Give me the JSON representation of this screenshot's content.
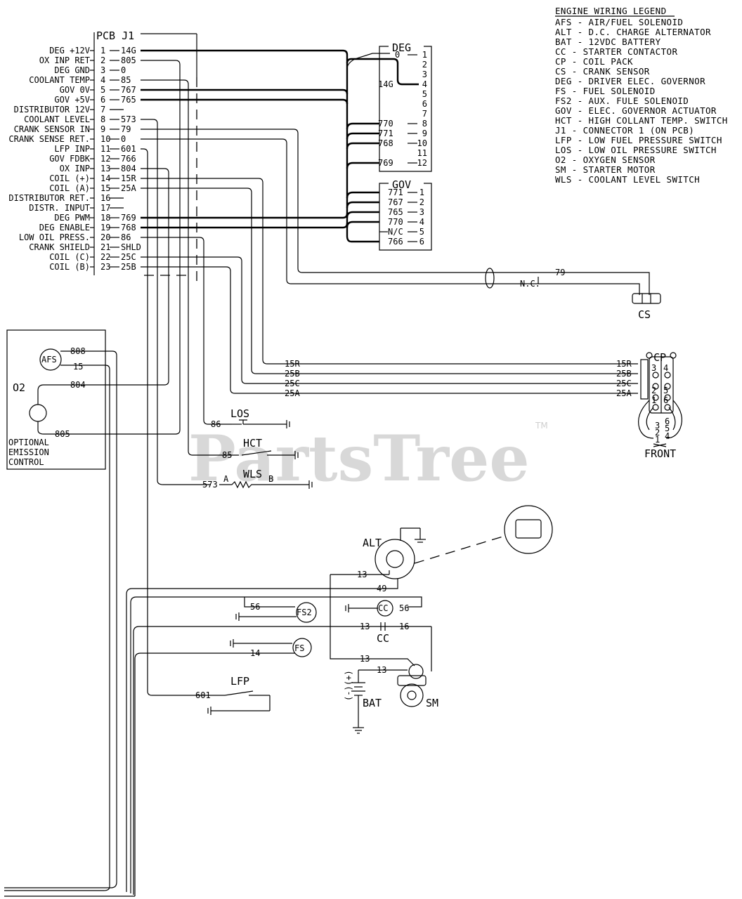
{
  "legend": {
    "title": "ENGINE WIRING LEGEND",
    "items": [
      "AFS - AIR/FUEL SOLENOID",
      "ALT - D.C. CHARGE ALTERNATOR",
      "BAT - 12VDC BATTERY",
      "CC - STARTER CONTACTOR",
      "CP - COIL PACK",
      "CS - CRANK SENSOR",
      "DEG - DRIVER ELEC. GOVERNOR",
      "FS - FUEL SOLENOID",
      "FS2 - AUX. FULE SOLENOID",
      "GOV - ELEC. GOVERNOR ACTUATOR",
      "HCT - HIGH COLLANT TEMP. SWITCH",
      "J1 - CONNECTOR 1 (ON PCB)",
      "LFP - LOW FUEL PRESSURE SWITCH",
      "LOS - LOW OIL PRESSURE SWITCH",
      "O2 - OXYGEN SENSOR",
      "SM - STARTER MOTOR",
      "WLS - COOLANT LEVEL SWITCH"
    ]
  },
  "pcb": {
    "title": "PCB J1",
    "pins": [
      {
        "label": "DEG +12V",
        "pin": "1",
        "wire": "14G"
      },
      {
        "label": "OX INP RET",
        "pin": "2",
        "wire": "805"
      },
      {
        "label": "DEG GND",
        "pin": "3",
        "wire": "0"
      },
      {
        "label": "COOLANT TEMP",
        "pin": "4",
        "wire": "85"
      },
      {
        "label": "GOV 0V",
        "pin": "5",
        "wire": "767"
      },
      {
        "label": "GOV +5V",
        "pin": "6",
        "wire": "765"
      },
      {
        "label": "DISTRIBUTOR 12V",
        "pin": "7",
        "wire": ""
      },
      {
        "label": "COOLANT LEVEL",
        "pin": "8",
        "wire": "573"
      },
      {
        "label": "CRANK SENSOR IN",
        "pin": "9",
        "wire": "79"
      },
      {
        "label": "CRANK SENSE RET.",
        "pin": "10",
        "wire": "0"
      },
      {
        "label": "LFP INP",
        "pin": "11",
        "wire": "601"
      },
      {
        "label": "GOV FDBK",
        "pin": "12",
        "wire": "766"
      },
      {
        "label": "OX INP",
        "pin": "13",
        "wire": "804"
      },
      {
        "label": "COIL (+)",
        "pin": "14",
        "wire": "15R"
      },
      {
        "label": "COIL (A)",
        "pin": "15",
        "wire": "25A"
      },
      {
        "label": "DISTRIBUTOR RET.",
        "pin": "16",
        "wire": ""
      },
      {
        "label": "DISTR. INPUT",
        "pin": "17",
        "wire": ""
      },
      {
        "label": "DEG PWM",
        "pin": "18",
        "wire": "769"
      },
      {
        "label": "DEG ENABLE",
        "pin": "19",
        "wire": "768"
      },
      {
        "label": "LOW OIL PRESS.",
        "pin": "20",
        "wire": "86"
      },
      {
        "label": "CRANK SHIELD",
        "pin": "21",
        "wire": "SHLD"
      },
      {
        "label": "COIL (C)",
        "pin": "22",
        "wire": "25C"
      },
      {
        "label": "COIL (B)",
        "pin": "23",
        "wire": "25B"
      }
    ]
  },
  "deg": {
    "title": "DEG",
    "pins": [
      {
        "pin": "1",
        "wire": "0"
      },
      {
        "pin": "2",
        "wire": ""
      },
      {
        "pin": "3",
        "wire": ""
      },
      {
        "pin": "4",
        "wire": "14G"
      },
      {
        "pin": "5",
        "wire": ""
      },
      {
        "pin": "6",
        "wire": ""
      },
      {
        "pin": "7",
        "wire": ""
      },
      {
        "pin": "8",
        "wire": "770"
      },
      {
        "pin": "9",
        "wire": "771"
      },
      {
        "pin": "10",
        "wire": "768"
      },
      {
        "pin": "11",
        "wire": ""
      },
      {
        "pin": "12",
        "wire": "769"
      }
    ]
  },
  "gov": {
    "title": "GOV",
    "pins": [
      {
        "pin": "1",
        "wire": "771"
      },
      {
        "pin": "2",
        "wire": "767"
      },
      {
        "pin": "3",
        "wire": "765"
      },
      {
        "pin": "4",
        "wire": "770"
      },
      {
        "pin": "5",
        "wire": "N/C"
      },
      {
        "pin": "6",
        "wire": "766"
      }
    ]
  },
  "crank_sensor": {
    "label": "CS",
    "wire_signal": "79",
    "wire_return": "N.C."
  },
  "coil_pack": {
    "label": "CP",
    "front": "FRONT",
    "wires": [
      "15R",
      "25B",
      "25C",
      "25A"
    ],
    "terminals": [
      "1",
      "2",
      "3",
      "4",
      "5",
      "6"
    ],
    "plug_order": [
      "6",
      "3",
      "5",
      "2",
      "4",
      "1"
    ]
  },
  "emission": {
    "o2": "O2",
    "afs": "AFS",
    "caption_lines": [
      "OPTIONAL",
      "EMISSION",
      "CONTROL"
    ],
    "wires": {
      "afs_a": "808",
      "afs_b": "15",
      "o2_a": "804",
      "o2_b": "805"
    }
  },
  "switches": {
    "los": {
      "label": "LOS",
      "wire": "86"
    },
    "hct": {
      "label": "HCT",
      "wire": "85"
    },
    "wls": {
      "label": "WLS",
      "wire": "573",
      "a": "A",
      "b": "B"
    },
    "lfp": {
      "label": "LFP",
      "wire": "601"
    }
  },
  "charging": {
    "alt": "ALT",
    "fs2": "FS2",
    "fs": "FS",
    "cc": "CC",
    "bat": "BAT",
    "sm": "SM",
    "w13": "13",
    "w49": "49",
    "w56": "56",
    "w16": "16",
    "w14": "14",
    "bat_plus": "(+)",
    "bat_minus": "(-)"
  },
  "watermark": {
    "text": "PartsTree",
    "tm": "TM"
  }
}
